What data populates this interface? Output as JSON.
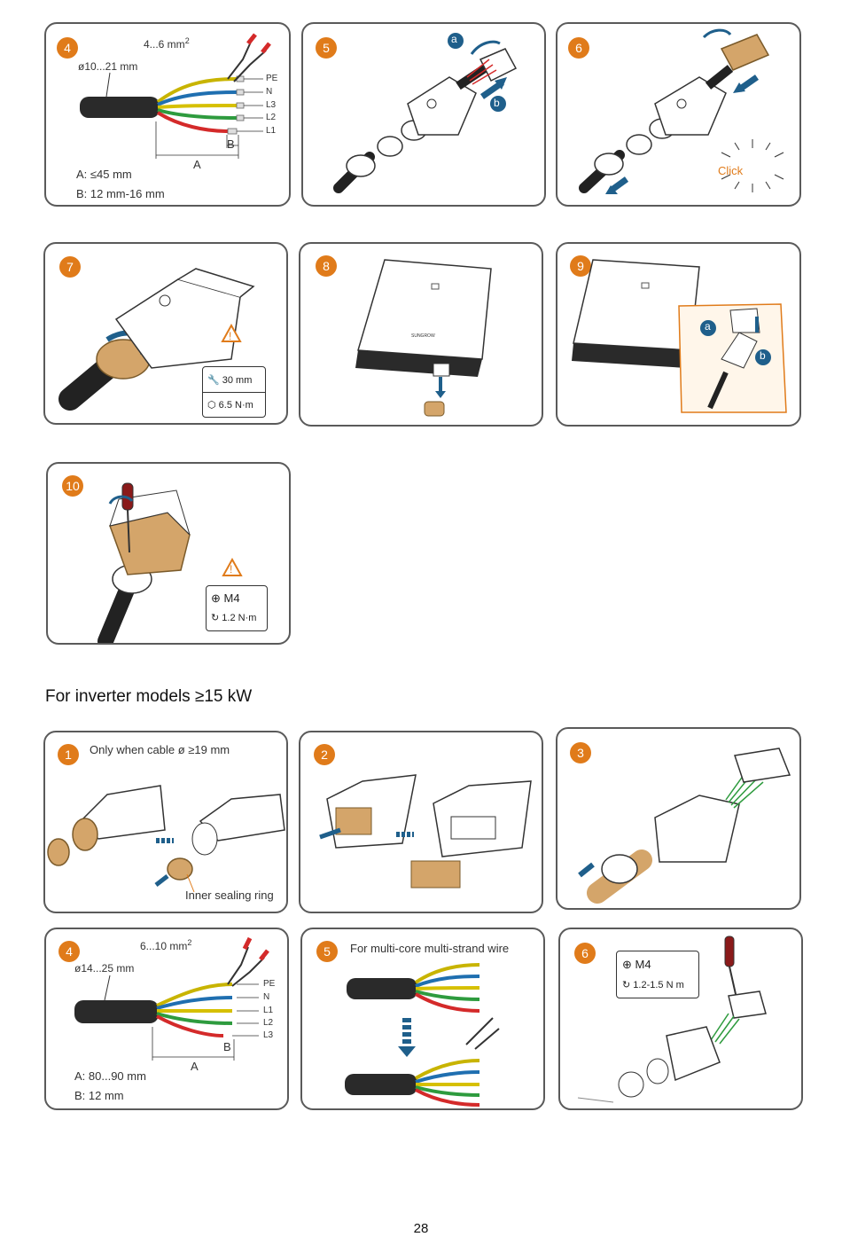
{
  "colors": {
    "accent_orange": "#e07b1a",
    "panel_border": "#5a5a5a",
    "arrow_blue": "#1f5f8b",
    "wire_pe": "#c8b400",
    "wire_n": "#1f6fb0",
    "wire_l_yellow": "#d6c000",
    "wire_l_green": "#2e9b3e",
    "wire_l_red": "#d42a2a",
    "tan": "#d4a56a"
  },
  "top_row": {
    "p4": {
      "step": "4",
      "strip_len": "4...6 mm",
      "strip_exp": "2",
      "diameter": "ø10...21 mm",
      "wires": [
        "PE",
        "N",
        "L3",
        "L2",
        "L1"
      ],
      "dim_a": "A",
      "dim_b": "B",
      "spec_a": "A: ≤45 mm",
      "spec_b": "B: 12 mm-16 mm"
    },
    "p5": {
      "step": "5",
      "mark_a": "a",
      "mark_b": "b"
    },
    "p6": {
      "step": "6",
      "click": "Click"
    }
  },
  "mid_row": {
    "p7": {
      "step": "7",
      "wrench": "30 mm",
      "torque": "6.5 N·m"
    },
    "p8": {
      "step": "8"
    },
    "p9": {
      "step": "9",
      "mark_a": "a",
      "mark_b": "b"
    }
  },
  "p10": {
    "step": "10",
    "screw": "M4",
    "torque": "1.2 N·m"
  },
  "section_heading": "For inverter models ≥15 kW",
  "bottom_row1": {
    "b1": {
      "step": "1",
      "note": "Only when cable ø ≥19 mm",
      "ring_label": "Inner sealing ring"
    },
    "b2": {
      "step": "2"
    },
    "b3": {
      "step": "3"
    }
  },
  "bottom_row2": {
    "b4": {
      "step": "4",
      "strip_len": "6...10 mm",
      "strip_exp": "2",
      "diameter": "ø14...25 mm",
      "wires": [
        "PE",
        "N",
        "L1",
        "L2",
        "L3"
      ],
      "dim_a": "A",
      "dim_b": "B",
      "spec_a": "A: 80...90 mm",
      "spec_b": "B: 12 mm"
    },
    "b5": {
      "step": "5",
      "note": "For multi-core multi-strand wire"
    },
    "b6": {
      "step": "6",
      "screw": "M4",
      "torque": "1.2-1.5 N m"
    }
  },
  "page_number": "28"
}
